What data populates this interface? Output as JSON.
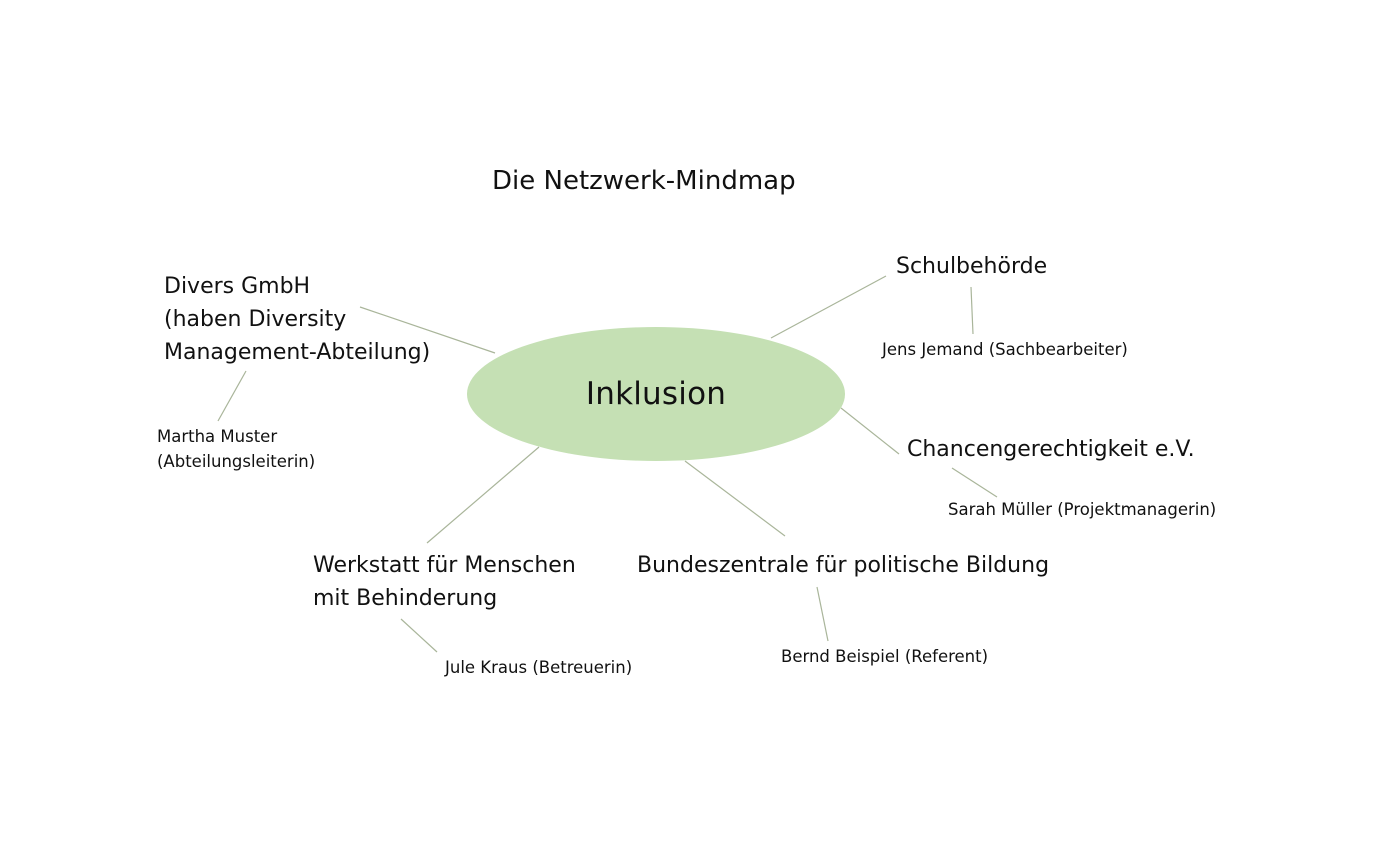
{
  "title": "Die Netzwerk-Mindmap",
  "center": {
    "label": "Inklusion"
  },
  "nodes": {
    "divers": {
      "org_lines": [
        "Divers GmbH",
        "(haben Diversity",
        "Management-Abteilung)"
      ],
      "person_lines": [
        "Martha Muster",
        "(Abteilungsleiterin)"
      ]
    },
    "schulbehoerde": {
      "org": "Schulbehörde",
      "person": "Jens Jemand (Sachbearbeiter)"
    },
    "chancengerechtigkeit": {
      "org": "Chancengerechtigkeit e.V.",
      "person": "Sarah Müller (Projektmanagerin)"
    },
    "werkstatt": {
      "org_lines": [
        "Werkstatt für Menschen",
        "mit Behinderung"
      ],
      "person": "Jule Kraus (Betreuerin)"
    },
    "bundeszentrale": {
      "org": "Bundeszentrale für politische Bildung",
      "person": "Bernd Beispiel (Referent)"
    }
  },
  "colors": {
    "ellipse_fill": "#c5e0b4",
    "connector": "#a9b59a",
    "text": "#111111"
  }
}
